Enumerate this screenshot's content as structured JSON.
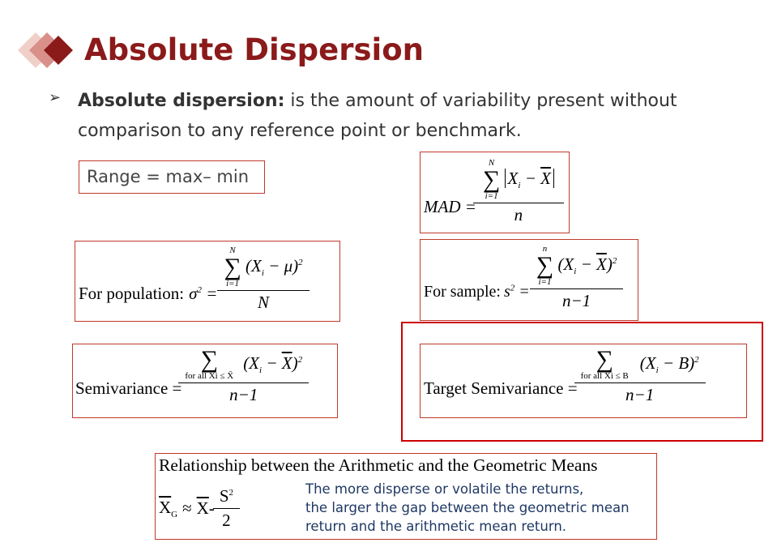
{
  "slide": {
    "title": "Absolute Dispersion",
    "bullet_term": "Absolute dispersion:",
    "bullet_text": " is the amount of variability present without comparison to any reference point or benchmark."
  },
  "formulas": {
    "range": "Range = max– min",
    "mad_lhs": "MAD =",
    "pop_label": "For  population:",
    "sample_label": "For sample:",
    "semivar_label": "Semivariance =",
    "target_semivar_label": "Target Semivariance =",
    "semivar_cond": "for all Xi ≤ X̄",
    "target_cond": "for all Xi ≤ B",
    "n_minus_1": "n−1"
  },
  "relationship": {
    "heading": "Relationship between the Arithmetic and the Geometric Means",
    "note_line1": "The more disperse or volatile the returns,",
    "note_line2": "the larger the gap between the geometric mean",
    "note_line3": "return and the arithmetic mean return."
  },
  "colors": {
    "title": "#8b1a1a",
    "box_border": "#c0392b",
    "highlight_border": "#cc0000",
    "note_text": "#1f3864",
    "logo_dark": "#8b1a1a",
    "logo_mid": "#d9908a",
    "logo_light": "#f0cfc8"
  }
}
